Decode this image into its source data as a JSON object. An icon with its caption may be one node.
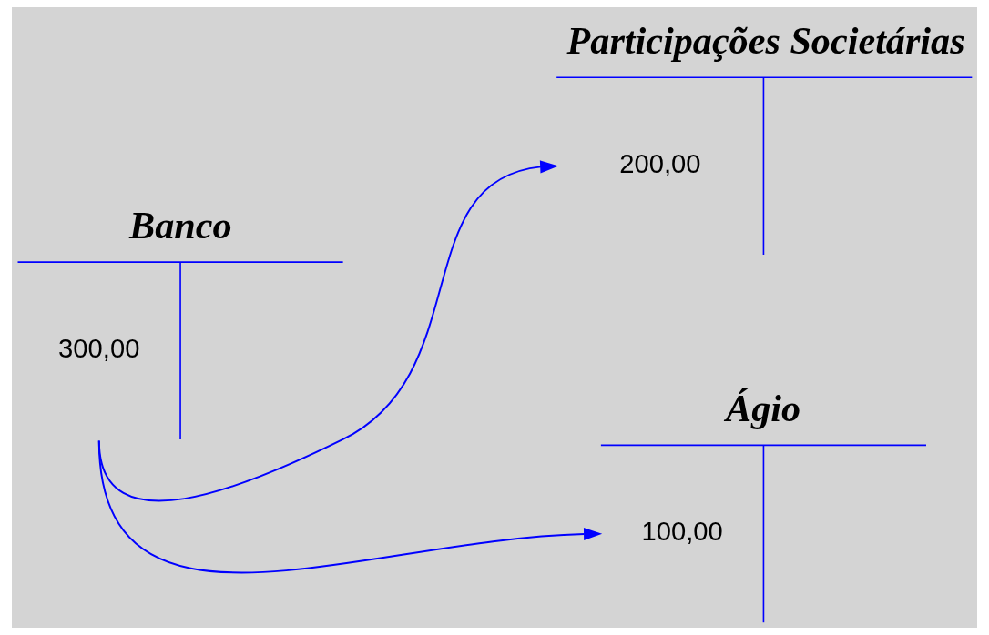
{
  "diagram": {
    "nodes": [
      {
        "text": [
          "Banco",
          "300,00"
        ]
      },
      {
        "text": [
          "Participações Societárias",
          "200,00"
        ]
      },
      {
        "text": [
          "Ágio",
          "100,00"
        ]
      }
    ],
    "edges": [
      {
        "from": 0,
        "to": 1,
        "arrow": "to"
      },
      {
        "from": 0,
        "to": 2,
        "arrow": "to"
      }
    ]
  }
}
